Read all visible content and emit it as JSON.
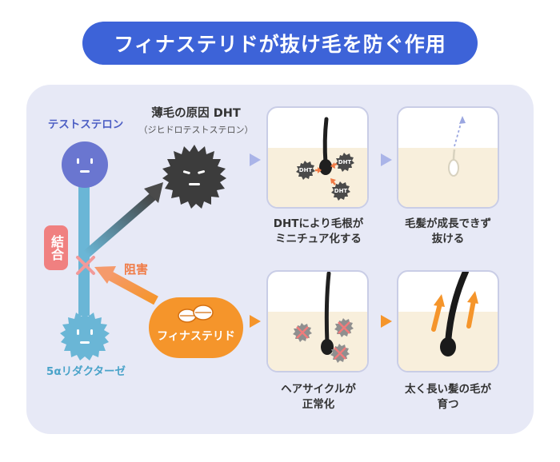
{
  "title": "フィナステリドが抜け毛を防ぐ作用",
  "testosterone_label": "テストステロン",
  "reductase_label": "5αリダクターゼ",
  "bind_label": "結合",
  "inhibit_label": "阻害",
  "dht_title": "薄毛の原因 DHT",
  "dht_subtitle": "（ジヒドロテストステロン）",
  "finasteride_label": "フィナステリド",
  "dht_chip": "DHT",
  "steps_top": [
    {
      "line1": "DHTにより毛根が",
      "line2": "ミニチュア化する"
    },
    {
      "line1": "毛髪が成長できず",
      "line2": "抜ける"
    }
  ],
  "steps_bottom": [
    {
      "line1": "ヘアサイクルが",
      "line2": "正常化"
    },
    {
      "line1": "太く長い髪の毛が",
      "line2": "育つ"
    }
  ],
  "colors": {
    "title_bg": "#3d63d8",
    "panel_bg": "#e7e9f6",
    "testosterone": "#6a76d0",
    "reductase": "#6ab6d6",
    "dht": "#3c3c3c",
    "finasteride": "#f5952b",
    "bind_badge": "#f08080",
    "inhibit": "#f07b46"
  }
}
